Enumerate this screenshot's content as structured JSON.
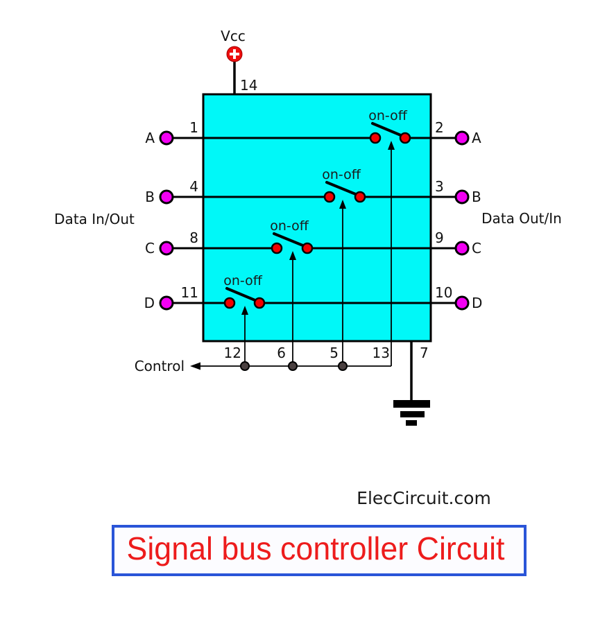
{
  "title": "Signal bus controller Circuit",
  "watermark": "ElecCircuit.com",
  "power": {
    "label": "Vcc",
    "pin": "14"
  },
  "ground": {
    "pin": "7"
  },
  "side_labels": {
    "left": "Data In/Out",
    "right": "Data Out/In"
  },
  "control": {
    "label": "Control"
  },
  "rows": [
    {
      "name": "A",
      "left_label": "A",
      "left_pin": "1",
      "right_pin": "2",
      "right_label": "A",
      "switch_label": "on-off",
      "control_pin": "13"
    },
    {
      "name": "B",
      "left_label": "B",
      "left_pin": "4",
      "right_pin": "3",
      "right_label": "B",
      "switch_label": "on-off",
      "control_pin": "5"
    },
    {
      "name": "C",
      "left_label": "C",
      "left_pin": "8",
      "right_pin": "9",
      "right_label": "C",
      "switch_label": "on-off",
      "control_pin": "6"
    },
    {
      "name": "D",
      "left_label": "D",
      "left_pin": "11",
      "right_pin": "10",
      "right_label": "D",
      "switch_label": "on-off",
      "control_pin": "12"
    }
  ],
  "colors": {
    "ic_fill": "#00f8f8",
    "wire": "#000000",
    "switch_dot": "#f20000",
    "port_dot": "#f300f3",
    "control_dot": "#4a4040",
    "vcc_fill": "#ee0e0e",
    "title_text": "#ed1c1c",
    "title_border": "#2a55d8"
  }
}
